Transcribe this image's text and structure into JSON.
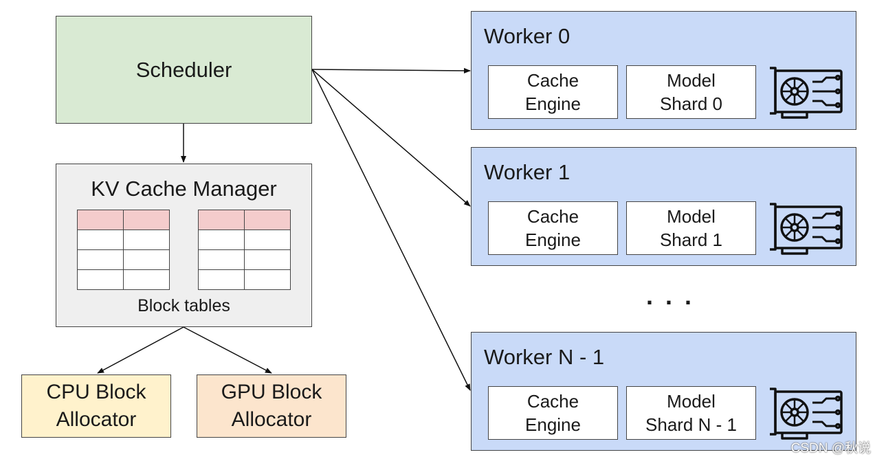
{
  "scheduler": {
    "label": "Scheduler"
  },
  "kv_manager": {
    "title": "KV Cache Manager",
    "caption": "Block tables"
  },
  "allocators": {
    "cpu": {
      "line1": "CPU Block",
      "line2": "Allocator"
    },
    "gpu": {
      "line1": "GPU Block",
      "line2": "Allocator"
    }
  },
  "workers": [
    {
      "title": "Worker 0",
      "cache_line1": "Cache",
      "cache_line2": "Engine",
      "model_line1": "Model",
      "model_line2": "Shard 0",
      "icon": "gpu-card-icon"
    },
    {
      "title": "Worker 1",
      "cache_line1": "Cache",
      "cache_line2": "Engine",
      "model_line1": "Model",
      "model_line2": "Shard 1",
      "icon": "gpu-card-icon"
    },
    {
      "title": "Worker N - 1",
      "cache_line1": "Cache",
      "cache_line2": "Engine",
      "model_line1": "Model",
      "model_line2": "Shard N - 1",
      "icon": "gpu-card-icon"
    }
  ],
  "ellipsis": ". . .",
  "watermark": "CSDN @秋说",
  "colors": {
    "scheduler": "#d9ead3",
    "kv_manager": "#efefef",
    "block_table_header": "#f4cccc",
    "cpu_allocator": "#fff2cc",
    "gpu_allocator": "#fce5cd",
    "worker": "#c9daf8"
  }
}
